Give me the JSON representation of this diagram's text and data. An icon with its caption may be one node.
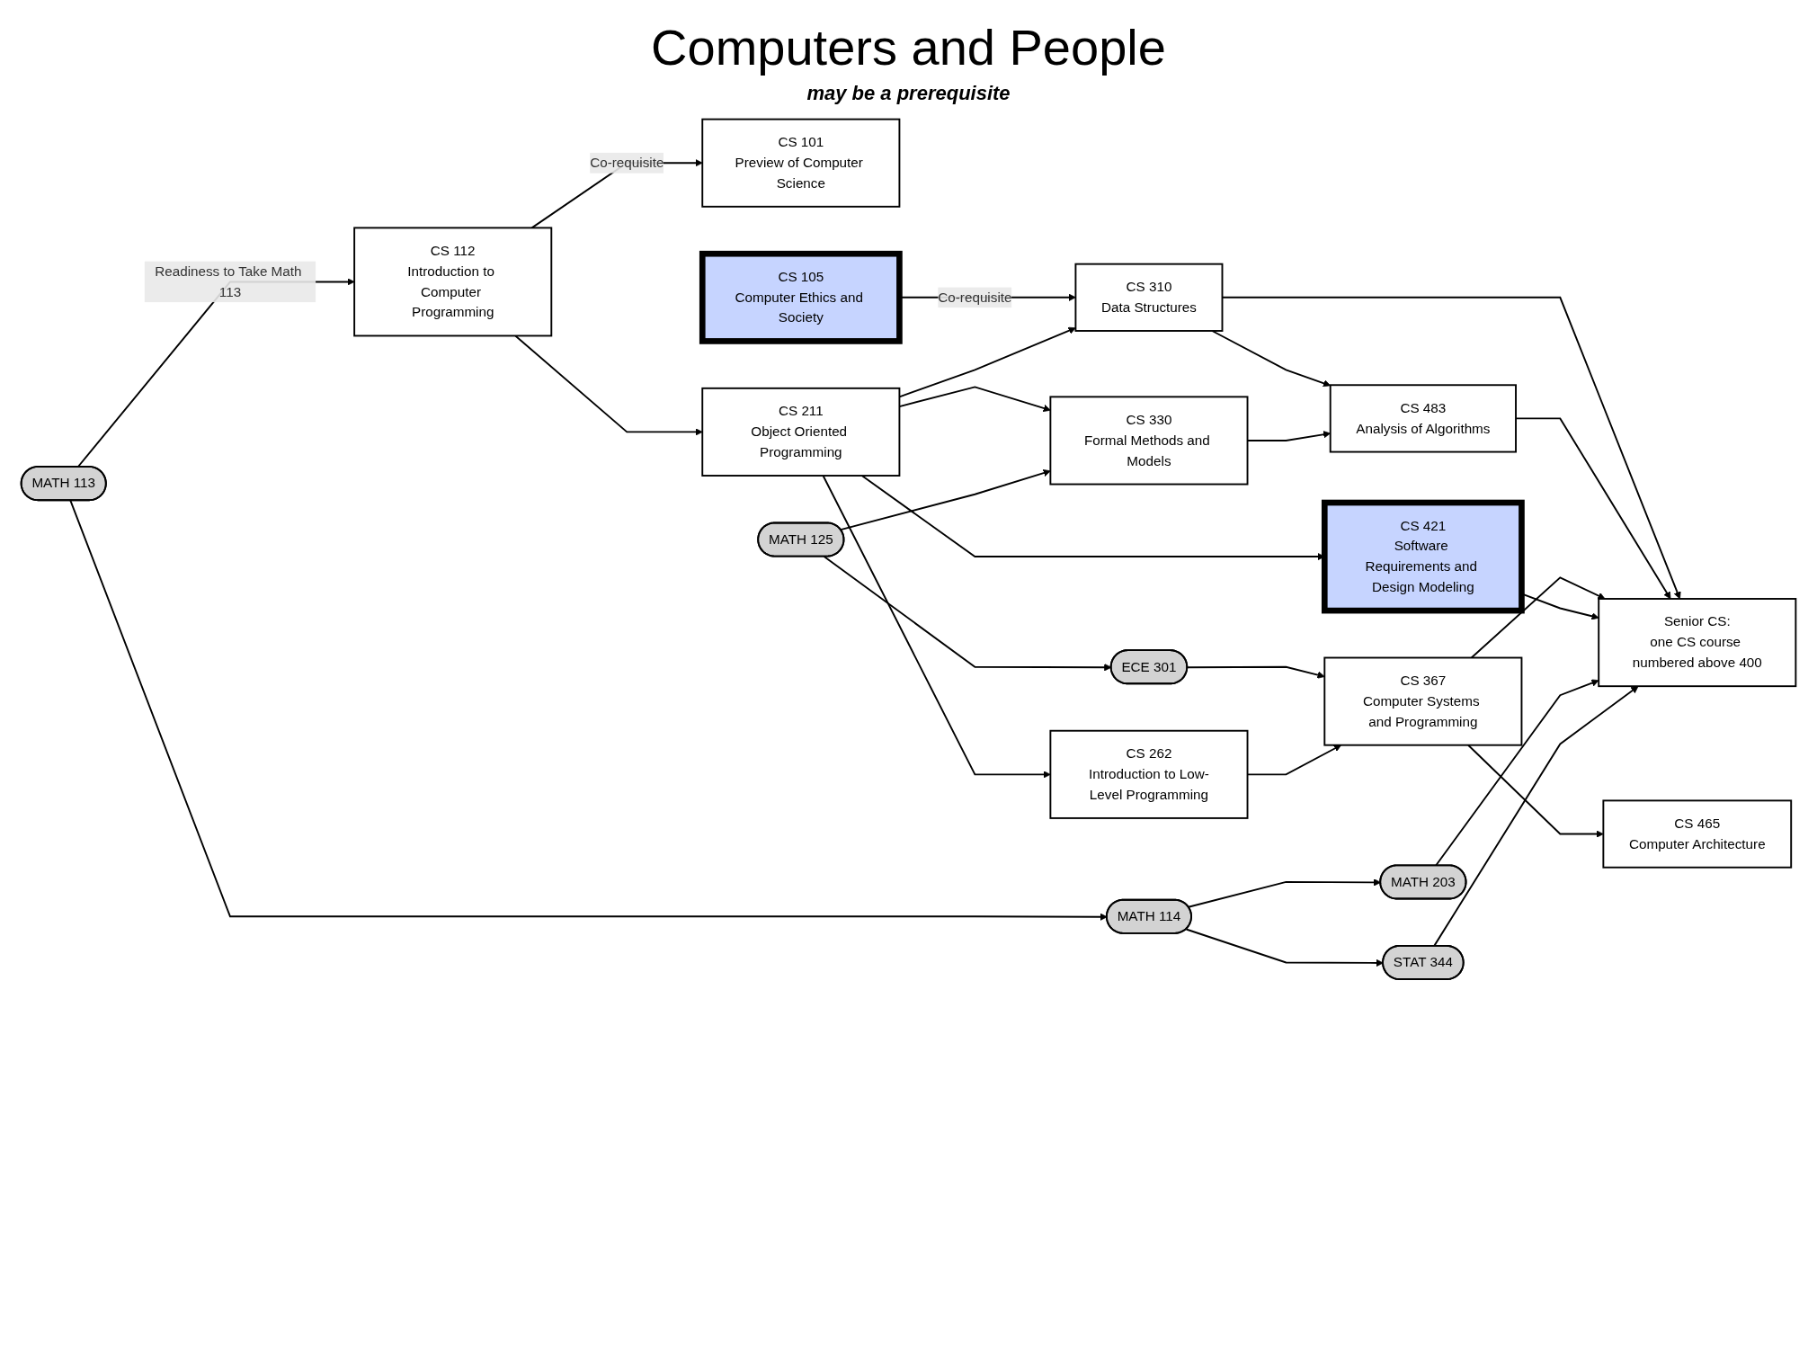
{
  "diagram": {
    "title": "Computers and People",
    "nodes": [
      {
        "text": [
          "CS 101",
          "Preview of Computer Science"
        ]
      },
      {
        "text": [
          "CS 105",
          "Computer Ethics and Society"
        ]
      },
      {
        "text": [
          "Senior CS:",
          "one CS course numbered above 400"
        ]
      },
      {
        "text": [
          "CS 112",
          "Introduction to Computer Programming"
        ]
      },
      {
        "text": [
          "CS 211",
          "Object Oriented Programming"
        ]
      },
      {
        "text": [
          "CS 310",
          "Data Structures"
        ]
      },
      {
        "text": [
          "CS 483",
          "Analysis of Algorithms"
        ]
      },
      {
        "text": [
          "CS 330",
          "Formal Methods and Models"
        ]
      },
      {
        "text": [
          "MATH 125"
        ]
      },
      {
        "text": [
          "ECE 301"
        ]
      },
      {
        "text": [
          "CS 262",
          "Introduction to Low-Level Programming"
        ]
      },
      {
        "text": [
          "CS 367",
          "Computer Systems and Programming"
        ]
      },
      {
        "text": [
          "CS 465",
          "Computer Architecture"
        ]
      },
      {
        "text": [
          "CS 421",
          "Software Requirements and Design Modeling"
        ]
      },
      {
        "text": [
          "MATH 113"
        ]
      },
      {
        "text": [
          "MATH 114"
        ]
      },
      {
        "text": [
          "MATH 203"
        ]
      },
      {
        "text": [
          "STAT 344"
        ]
      }
    ],
    "edges": [
      {
        "from": 3,
        "to": 0,
        "arrow": "to",
        "label": "Co-requisite"
      },
      {
        "from": 1,
        "to": 5,
        "arrow": "to",
        "label": "Co-requisite"
      },
      {
        "from": 3,
        "to": 4,
        "arrow": "to"
      },
      {
        "from": 4,
        "to": 5,
        "arrow": "to"
      },
      {
        "from": 5,
        "to": 2,
        "arrow": "to"
      },
      {
        "from": 5,
        "to": 6,
        "arrow": "to"
      },
      {
        "from": 7,
        "to": 6,
        "arrow": "to"
      },
      {
        "from": 6,
        "to": 2,
        "arrow": "to"
      },
      {
        "from": 4,
        "to": 7,
        "arrow": "to"
      },
      {
        "from": 8,
        "to": 7,
        "arrow": "to"
      },
      {
        "from": 8,
        "to": 9,
        "arrow": "to"
      },
      {
        "from": 9,
        "to": 11,
        "arrow": "to"
      },
      {
        "from": 4,
        "to": 10,
        "arrow": "to"
      },
      {
        "from": 10,
        "to": 11,
        "arrow": "to"
      },
      {
        "from": 11,
        "to": 2,
        "arrow": "to"
      },
      {
        "from": 11,
        "to": 12,
        "arrow": "to"
      },
      {
        "from": 4,
        "to": 13,
        "arrow": "to"
      },
      {
        "from": 13,
        "to": 2,
        "arrow": "to"
      },
      {
        "from": 14,
        "to": 3,
        "arrow": "to",
        "label": "Readiness to Take Math 113"
      },
      {
        "from": 14,
        "to": 15,
        "arrow": "to"
      },
      {
        "from": 15,
        "to": 16,
        "arrow": "to"
      },
      {
        "from": 15,
        "to": 17,
        "arrow": "to"
      },
      {
        "from": 16,
        "to": 2,
        "arrow": "to"
      },
      {
        "from": 17,
        "to": 2,
        "arrow": "to"
      }
    ],
    "labels": [
      "may be a prerequisite"
    ]
  }
}
